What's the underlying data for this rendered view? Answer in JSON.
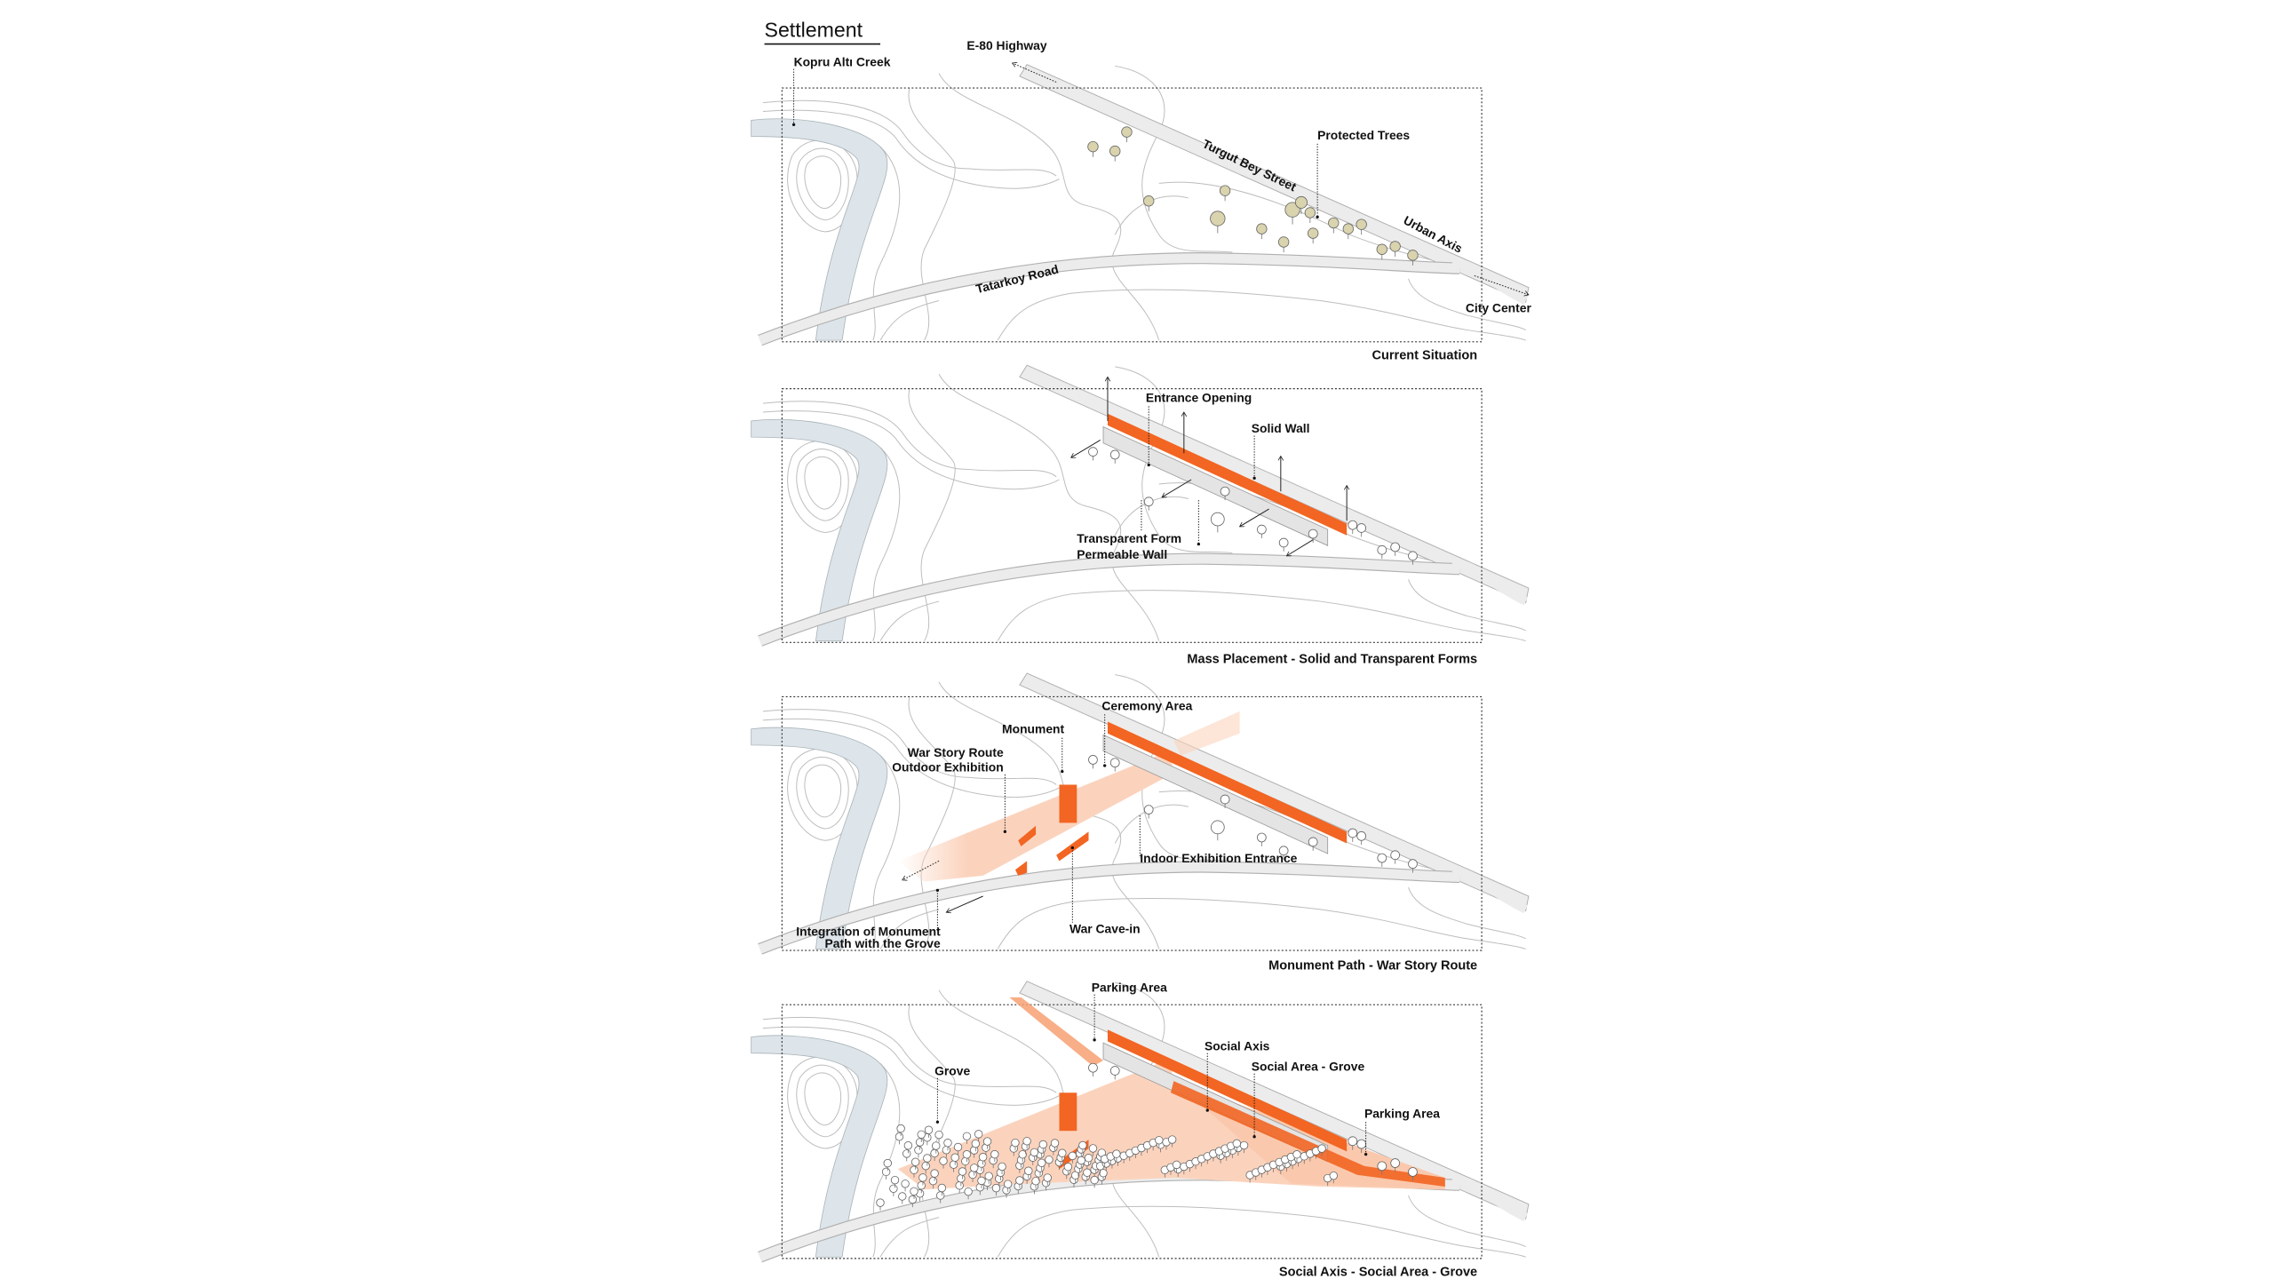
{
  "title": "Settlement",
  "colors": {
    "accent": "#f26522",
    "peach": "#fbd3bd",
    "creek": "#dde5ea",
    "tree_existing": "#d9d3ae",
    "road": "#ececec"
  },
  "panels": [
    {
      "caption": "Current Situation",
      "labels": {
        "creek": "Kopru Altı Creek",
        "highway": "E-80 Highway",
        "street": "Turgut Bey Street",
        "trees": "Protected Trees",
        "urban_axis": "Urban Axis",
        "road": "Tatarkoy Road",
        "city_center": "City Center"
      }
    },
    {
      "caption": "Mass Placement - Solid and Transparent Forms",
      "labels": {
        "entrance": "Entrance Opening",
        "solid_wall": "Solid Wall",
        "transparent_1": "Transparent Form",
        "transparent_2": "Permeable Wall"
      }
    },
    {
      "caption": "Monument Path - War Story Route",
      "labels": {
        "ceremony": "Ceremony Area",
        "monument": "Monument",
        "route_1": "War Story Route",
        "route_2": "Outdoor Exhibition",
        "indoor": "Indoor Exhibition Entrance",
        "cave_in": "War Cave-in",
        "integration_1": "Integration of Monument",
        "integration_2": "Path with the Grove"
      }
    },
    {
      "caption": "Social Axis - Social Area - Grove",
      "labels": {
        "parking_1": "Parking Area",
        "social_axis": "Social Axis",
        "social_area": "Social Area - Grove",
        "grove": "Grove",
        "parking_2": "Parking Area"
      }
    }
  ]
}
